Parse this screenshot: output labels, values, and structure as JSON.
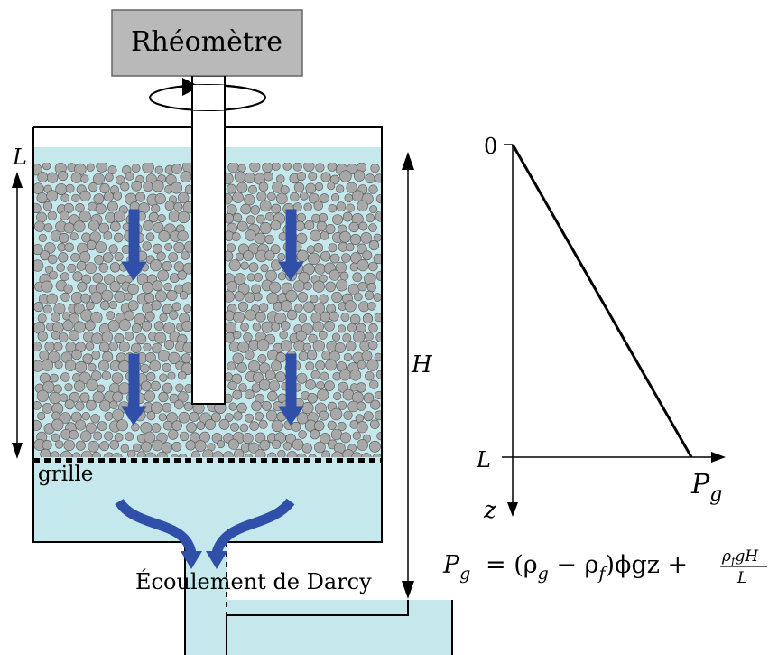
{
  "rheometer": {
    "label": "Rhéomètre"
  },
  "labels": {
    "L_top": "L",
    "H": "H",
    "grille": "grille",
    "darcy": "Écoulement de Darcy"
  },
  "pressure_plot": {
    "y_top": "0",
    "y_bottom": "L",
    "y_axis": "z",
    "x_axis": "P",
    "x_axis_sub": "g"
  },
  "formula": {
    "lhs": "P",
    "lhs_sub": "g",
    "rhs": "= (ρ",
    "rhs_sub1": "g",
    "minus": " − ρ",
    "rhs_sub2": "f",
    "rest": ")ϕgz +",
    "frac_num": "ρ",
    "frac_num_sub": "f",
    "frac_num_rest": "gH",
    "frac_den": "L"
  },
  "colors": {
    "fluid": "#c4e8ec",
    "grain": "#a8a8a8",
    "grain_stroke": "#555555",
    "rheometer_box": "#b9b9b9",
    "arrow": "#2f4fa8"
  }
}
